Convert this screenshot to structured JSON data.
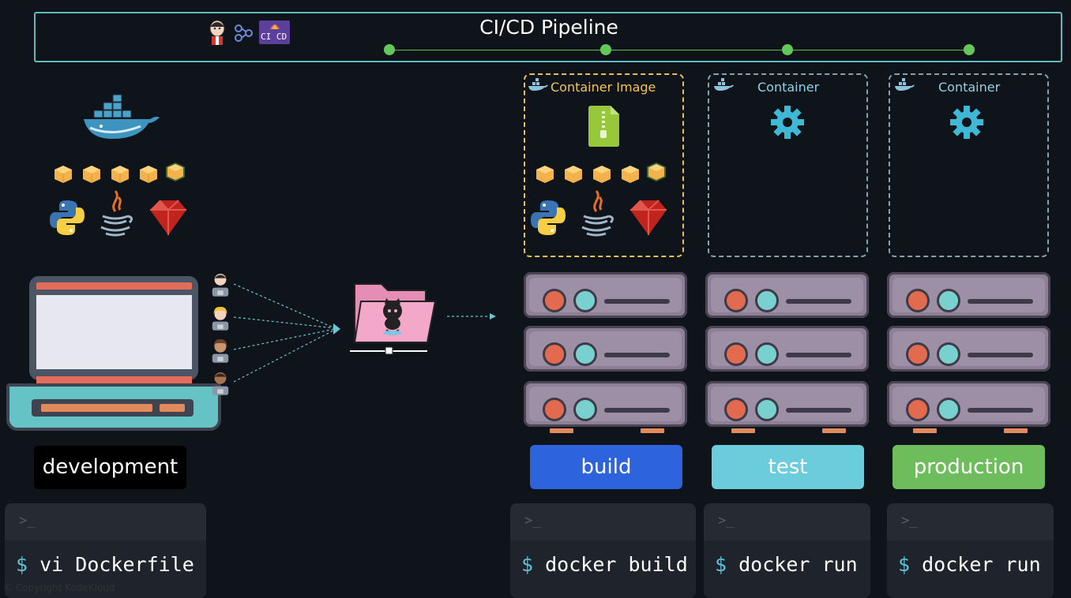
{
  "pipeline": {
    "title": "CI/CD Pipeline",
    "badge_text": "CI CD"
  },
  "boxes": {
    "container_image_label": "Container Image",
    "test_container_label": "Container",
    "prod_container_label": "Container"
  },
  "stages": {
    "development": "development",
    "build": "build",
    "test": "test",
    "production": "production"
  },
  "terminals": {
    "prompt": ">_",
    "dollar": "$",
    "dev_cmd": "vi Dockerfile",
    "build_cmd": "docker build",
    "test_cmd": "docker run",
    "prod_cmd": "docker run"
  },
  "footer": {
    "copyright": "© Copyright KodeKloud"
  },
  "colors": {
    "background": "#0f131a",
    "pipeline_border": "#5fb9c4",
    "pipeline_dot": "#63c85a",
    "build": "#2d63dd",
    "test": "#6bcddc",
    "production": "#6dbd5c",
    "image_box_border": "#e8c05a"
  },
  "icons": [
    "jenkins-icon",
    "argo-icon",
    "cicd-badge",
    "docker-whale-icon",
    "package-cube-icon",
    "python-icon",
    "java-icon",
    "ruby-icon",
    "laptop-icon",
    "developer-avatar",
    "github-folder-icon",
    "zip-file-icon",
    "gear-icon",
    "server-icon"
  ]
}
